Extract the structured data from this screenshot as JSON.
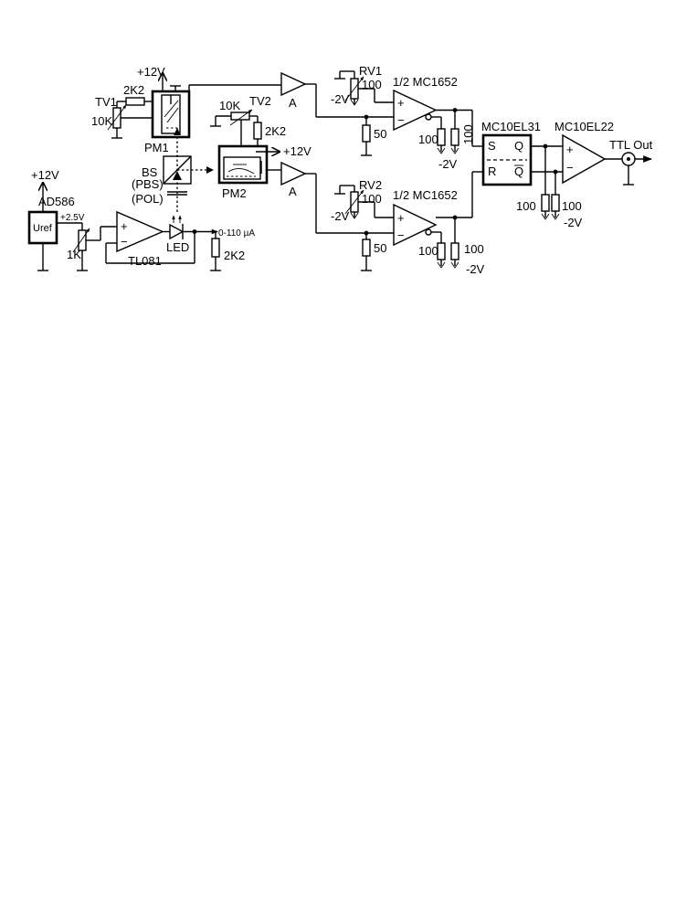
{
  "labels": {
    "plus12_pm1": "+12V",
    "plus12_ad586": "+12V",
    "plus12_pm2": "+12V",
    "ad586": "AD586",
    "uref": "Uref",
    "v25": "+2.5V",
    "pot_1k": "1K",
    "tl081": "TL081",
    "led": "LED",
    "current_range": "0-110 µA",
    "r_2k2_led": "2K2",
    "tv1": "TV1",
    "r_2k2_pm1": "2K2",
    "r_10k_pm1": "10K",
    "pm1": "PM1",
    "bs": "BS",
    "pbs": "(PBS)",
    "pol": "(POL)",
    "r_10k_pm2": "10K",
    "tv2": "TV2",
    "r_2k2_pm2": "2K2",
    "pm2": "PM2",
    "amp_top": "A",
    "amp_bottom": "A",
    "rv1": "RV1",
    "rv1_val": "100",
    "rv1_neg": "-2V",
    "rv2": "RV2",
    "rv2_val": "100",
    "rv2_neg": "-2V",
    "r50_top": "50",
    "r50_bottom": "50",
    "cmp_top": "1/2 MC1652",
    "cmp_bottom": "1/2 MC1652",
    "r100_top_a": "100",
    "r100_top_b": "100",
    "neg2_top": "-2V",
    "r100_bot_a": "100",
    "r100_bot_b": "100",
    "neg2_bot": "-2V",
    "el31": "MC10EL31",
    "pin_s": "S",
    "pin_q": "Q",
    "pin_r": "R",
    "pin_qbar": "Q",
    "el22": "MC10EL22",
    "r100_out_a": "100",
    "r100_out_b": "100",
    "neg2_out": "-2V",
    "ttl_out": "TTL Out",
    "plus": "+",
    "minus": "−"
  }
}
